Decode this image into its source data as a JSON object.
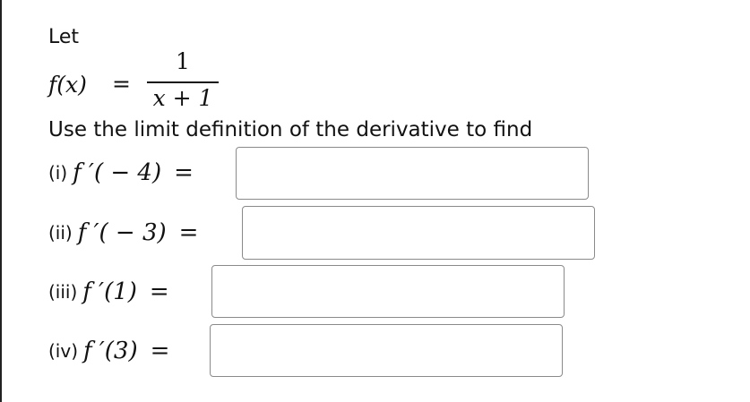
{
  "intro": {
    "let_label": "Let",
    "function_lhs": "f(x)",
    "equals": "=",
    "numerator": "1",
    "denominator": "x + 1"
  },
  "instruction": "Use the limit definition of the derivative to find",
  "questions": [
    {
      "label": "(i)",
      "expression": "f ′( − 4)",
      "equals": "=",
      "answer": ""
    },
    {
      "label": "(ii)",
      "expression": "f ′( − 3)",
      "equals": "=",
      "answer": ""
    },
    {
      "label": "(iii)",
      "expression": "f ′(1)",
      "equals": "=",
      "answer": ""
    },
    {
      "label": "(iv)",
      "expression": "f ′(3)",
      "equals": "=",
      "answer": ""
    }
  ]
}
